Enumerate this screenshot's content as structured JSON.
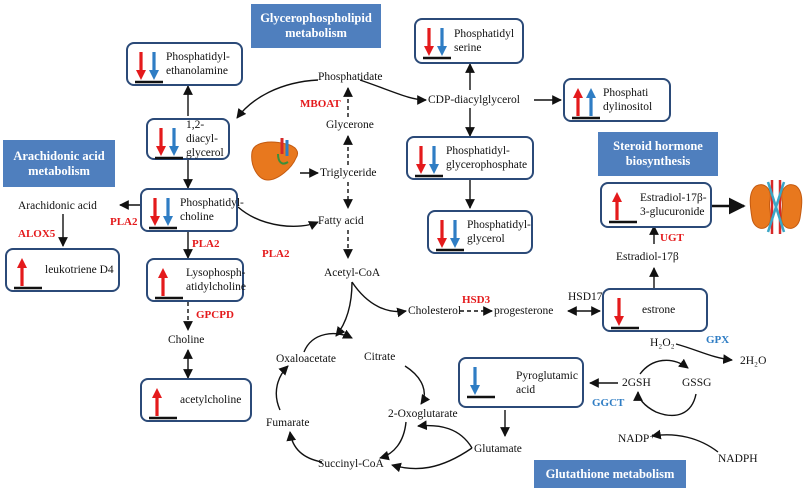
{
  "headers": {
    "glycerophospholipid": "Glycerophospholipid\nmetabolism",
    "arachidonic": "Arachidonic acid\nmetabolism",
    "steroid": "Steroid hormone\nbiosynthesis",
    "glutathione": "Glutathione metabolism"
  },
  "boxes": [
    {
      "key": "phosphatidylethanolamine",
      "label": "Phosphatidyl-\nethanolamine",
      "arrows": [
        "down-red",
        "down-blue"
      ]
    },
    {
      "key": "diacylglycerol",
      "label": "1,2-diacyl-\nglycerol",
      "arrows": [
        "down-red",
        "down-blue"
      ]
    },
    {
      "key": "phosphatidylcholine",
      "label": "Phosphatidyl-\ncholine",
      "arrows": [
        "down-red",
        "down-blue"
      ]
    },
    {
      "key": "lysophosphatidylcholine",
      "label": "Lysophosph-\natidylcholine",
      "arrows": [
        "up-red"
      ]
    },
    {
      "key": "acetylcholine",
      "label": "acetylcholine",
      "arrows": [
        "up-red"
      ]
    },
    {
      "key": "leukotriene",
      "label": "leukotriene D4",
      "arrows": [
        "up-red"
      ]
    },
    {
      "key": "phosphatidylserine",
      "label": "Phosphatidyl\nserine",
      "arrows": [
        "down-red",
        "down-blue"
      ]
    },
    {
      "key": "phosphatidylinositol",
      "label": "Phosphati\ndylinositol",
      "arrows": [
        "up-red",
        "up-blue"
      ]
    },
    {
      "key": "phosphatidylglycerophosphate",
      "label": "Phosphatidyl-\nglycerophosphate",
      "arrows": [
        "down-red",
        "down-blue"
      ]
    },
    {
      "key": "phosphatidylglycerol",
      "label": "Phosphatidyl-\nglycerol",
      "arrows": [
        "down-red",
        "down-blue"
      ]
    },
    {
      "key": "estradiolglucuronide",
      "label": "Estradiol-17β-\n3-glucuronide",
      "arrows": [
        "up-red"
      ]
    },
    {
      "key": "estrone",
      "label": "estrone",
      "arrows": [
        "down-red"
      ]
    },
    {
      "key": "pyroglutamic",
      "label": "Pyroglutamic\nacid",
      "arrows": [
        "down-blue"
      ]
    }
  ],
  "metabolites": {
    "phosphatidate": "Phosphatidate",
    "glycerone": "Glycerone",
    "triglyceride": "Triglyceride",
    "fatty_acid": "Fatty acid",
    "acetyl_coa": "Acetyl-CoA",
    "cdp_diacylglycerol": "CDP-diacylglycerol",
    "arachidonic_acid": "Arachidonic acid",
    "choline": "Choline",
    "cholesterol": "Cholesterol",
    "progesterone": "progesterone",
    "estradiol": "Estradiol-17β",
    "h2o2": "H₂O₂",
    "h2o": "2H₂O",
    "gsh": "2GSH",
    "gssg": "GSSG",
    "nadp": "NADP⁺",
    "nadph": "NADPH",
    "glutamate": "Glutamate",
    "oxaloacetate": "Oxaloacetate",
    "citrate": "Citrate",
    "oxoglutarate": "2-Oxoglutarate",
    "fumarate": "Fumarate",
    "succinyl_coa": "Succinyl-CoA"
  },
  "enzymes": {
    "mboat": "MBOAT",
    "pla2_a": "PLA2",
    "pla2_b": "PLA2",
    "pla2_c": "PLA2",
    "alox5": "ALOX5",
    "gpcpd": "GPCPD",
    "hsd3": "HSD3",
    "hsd17": "HSD17",
    "ugt": "UGT",
    "gpx": "GPX",
    "ggct": "GGCT"
  },
  "colors": {
    "header_fill": "#4f7fbe",
    "box_border": "#2b4a78",
    "up_regulated": "#e41a1c",
    "down_regulated_blue": "#2f7dc4",
    "enzyme_red": "#e41a1c",
    "enzyme_blue": "#2f7dc4",
    "liver": "#e8781e",
    "kidney": "#e8781e"
  },
  "icons": [
    "liver-icon",
    "kidney-icon"
  ]
}
